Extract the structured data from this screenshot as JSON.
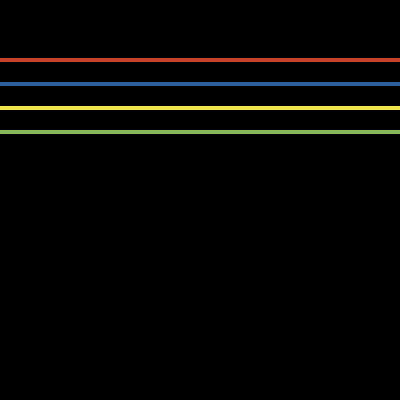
{
  "background": {
    "color": "#000000"
  },
  "stripes": [
    {
      "name": "red",
      "color": "#c8412f"
    },
    {
      "name": "blue",
      "color": "#2f5f9a"
    },
    {
      "name": "yellow",
      "color": "#f1e44a"
    },
    {
      "name": "green",
      "color": "#86b85a"
    }
  ]
}
